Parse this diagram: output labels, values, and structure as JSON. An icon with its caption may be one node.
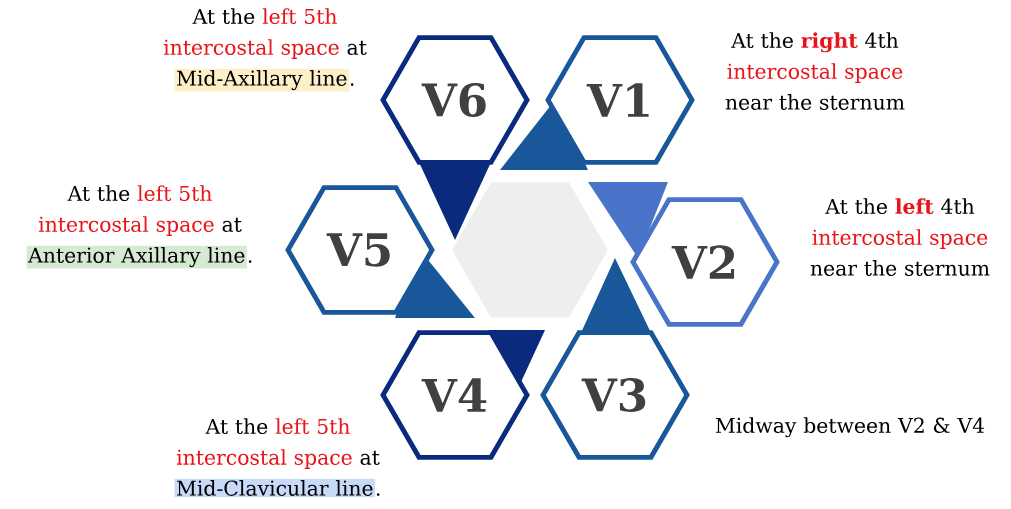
{
  "diagram": {
    "nodes": [
      {
        "text": [
          "V6"
        ],
        "beside": [
          "At the",
          "left 5th intercostal space",
          "at",
          "Mid-Axillary line",
          "."
        ]
      },
      {
        "text": [
          "V1"
        ],
        "beside": [
          "At the",
          "**right**",
          "4th",
          "intercostal space",
          "near the sternum"
        ]
      },
      {
        "text": [
          "V5"
        ],
        "beside": [
          "At the",
          "left 5th intercostal space",
          "at",
          "Anterior Axillary line",
          "."
        ]
      },
      {
        "text": [],
        "shape": "hexagon"
      },
      {
        "text": [
          "V2"
        ],
        "beside": [
          "At the",
          "**left**",
          "4th",
          "intercostal space",
          "near the sternum"
        ]
      },
      {
        "text": [
          "V4"
        ],
        "beside": [
          "At the",
          "left 5th intercostal space",
          "at",
          "Mid-Clavicular line",
          "."
        ]
      },
      {
        "text": [
          "V3"
        ],
        "beside": [
          "Midway between V2 & V4"
        ]
      }
    ]
  }
}
